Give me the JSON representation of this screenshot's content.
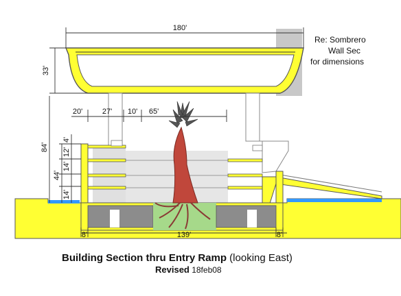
{
  "dimensions": {
    "roof_width": "180'",
    "roof_height": "33'",
    "total_height": "84'",
    "floors_height": "44'",
    "floor_low": "14'",
    "floor_mid": "14'",
    "floor_upper": "12'",
    "parapet": "4'",
    "span_a": "20'",
    "span_b": "27'",
    "span_c": "10'",
    "span_d": "65'",
    "base_left": "8'",
    "base_center": "139'",
    "base_right": "8'"
  },
  "note": {
    "line1": "Re: Sombrero",
    "line2": "Wall Sec",
    "line3": "for dimensions"
  },
  "caption": {
    "title_bold": "Building Section thru Entry Ramp",
    "title_paren": " (looking East)",
    "revised_label": "Revised",
    "revised_date": " 18feb08"
  },
  "colors": {
    "structure_yellow": "#ffff33",
    "outline": "#444444",
    "water_blue": "#3399ff",
    "garden_green": "#a6d98a",
    "garage_gray": "#8c8c8c",
    "shade_gray": "#cfcfcf",
    "plant_red": "#c0473b"
  }
}
